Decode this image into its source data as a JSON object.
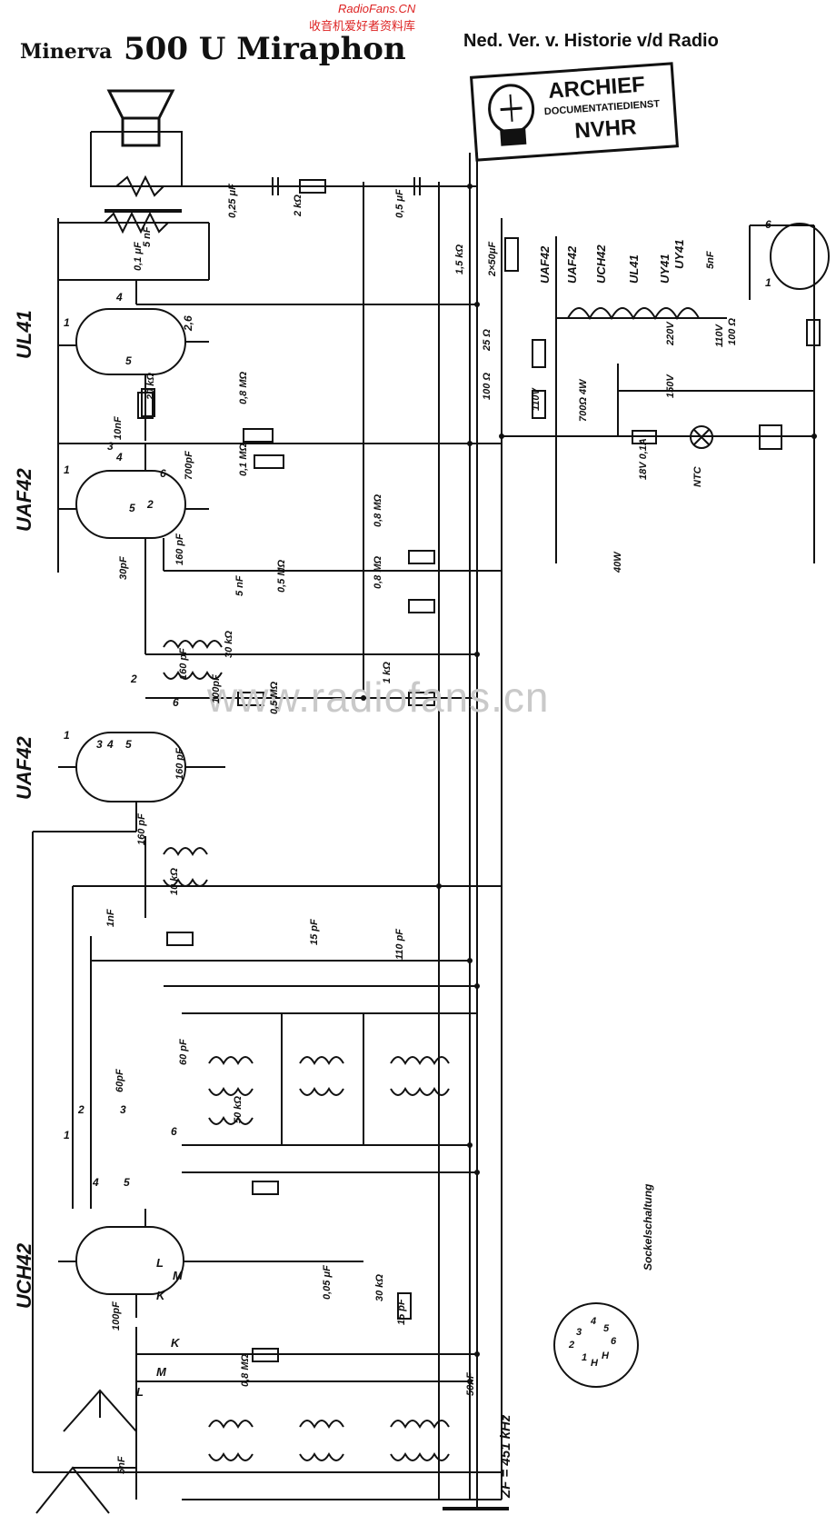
{
  "header": {
    "site_watermark_top": "RadioFans.CN",
    "site_watermark_top_cn": "收音机爱好者资料库",
    "brand": "Minerva",
    "model": "500 U Miraphon",
    "org": "Ned. Ver. v. Historie v/d Radio"
  },
  "stamp": {
    "line1": "ARCHIEF",
    "line2": "DOCUMENTATIEDIENST",
    "line3": "NVHR"
  },
  "watermark_center": "www.radiofans.cn",
  "tubes": {
    "ul41": "UL41",
    "uaf42_a": "UAF42",
    "uaf42_b": "UAF42",
    "uch42": "UCH42"
  },
  "heater_chain": [
    "UAF42",
    "UAF42",
    "UCH42",
    "UL41",
    "UY41"
  ],
  "rectifier_label": "UY41",
  "components": {
    "c_025": "0,25 μF",
    "r_2k": "2 kΩ",
    "c_05": "0,5 μF",
    "c_5nf_out": "5 nF",
    "c_01": "0,1 μF",
    "r_15k": "1,5 kΩ",
    "c_2x50": "2×50μF",
    "r_25": "25 Ω",
    "r_100_a": "100 Ω",
    "r_20k": "20 kΩ",
    "r_08m_a": "0,8 MΩ",
    "c_10nf": "10nF",
    "r_01m": "0,1 MΩ",
    "c_700p": "700pF",
    "r_08m_b": "0,8 MΩ",
    "r_08m_c": "0,8 MΩ",
    "c_30p": "30pF",
    "c_160_a": "160 pF",
    "c_5nf_mid": "5 nF",
    "r_05m_a": "0,5 MΩ",
    "r_30k": "30 kΩ",
    "c_160_b": "160 pF",
    "c_100p_a": "100pF",
    "pot_05m": "0,5 MΩ",
    "r_1k": "1 kΩ",
    "c_160_c": "160 pF",
    "c_160_d": "160 pF",
    "r_10k": "10 kΩ",
    "c_1nf": "1nF",
    "c_15p_a": "15 pF",
    "c_110p": "110 pF",
    "c_60p_a": "60 pF",
    "c_60p_b": "60pF",
    "r_50k": "50 kΩ",
    "c_005": "0,05 μF",
    "r_30k_b": "30 kΩ",
    "c_100p_b": "100pF",
    "r_08m_d": "0,8 MΩ",
    "c_50nf": "50nF",
    "c_15p_b": "15 pF",
    "c_5nf_ant": "5nF",
    "c_5nf_rect": "5nF",
    "r_100_b": "100 Ω",
    "v_220": "220V",
    "v_110_a": "110V",
    "v_110_b": "110V",
    "r_700": "700Ω 4W",
    "v_150": "150V",
    "lamp": "18V 0,1A",
    "ntc": "NTC",
    "power": "40W"
  },
  "band_labels": {
    "L1": "L",
    "M1": "M",
    "K1": "K",
    "K2": "K",
    "M2": "M",
    "L2": "L"
  },
  "if_freq": "ZF = 451 kHz",
  "socket": {
    "title": "Sockelschaltung",
    "pins": [
      "1",
      "2",
      "3",
      "4",
      "5",
      "6",
      "H",
      "H"
    ]
  },
  "tube_pins": {
    "ul41": [
      "1",
      "4",
      "2,6",
      "5"
    ],
    "uaf42_a": [
      "1",
      "3",
      "4",
      "6",
      "5",
      "2"
    ],
    "uaf42_b": [
      "1",
      "2",
      "6",
      "3",
      "4",
      "5"
    ],
    "uch42": [
      "1",
      "2",
      "3",
      "6",
      "4",
      "5"
    ],
    "uy41": [
      "6",
      "1"
    ]
  },
  "colors": {
    "ink": "#111111",
    "watermark_red": "#dd2222",
    "watermark_grey": "#c9c9c9"
  }
}
